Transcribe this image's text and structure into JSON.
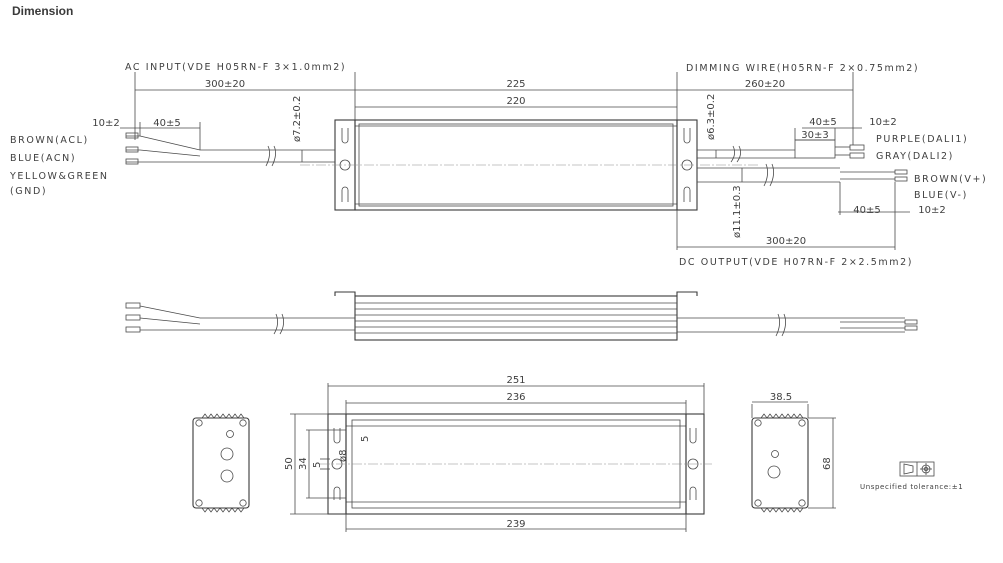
{
  "title": "Dimension",
  "labels": {
    "ac_input": "AC INPUT(VDE H05RN-F 3×1.0mm2)",
    "dimming_wire": "DIMMING WIRE(H05RN-F 2×0.75mm2)",
    "dc_output": "DC OUTPUT(VDE H07RN-F 2×2.5mm2)",
    "brown_acl": "BROWN(ACL)",
    "blue_acn": "BLUE(ACN)",
    "yellow_green": "YELLOW&GREEN",
    "gnd": "(GND)",
    "purple_dali1": "PURPLE(DALI1)",
    "gray_dali2": "GRAY(DALI2)",
    "brown_vplus": "BROWN(V+)",
    "blue_vminus": "BLUE(V-)",
    "tolerance": "Unspecified tolerance:±1"
  },
  "dims": {
    "d300_ac": "300±20",
    "d225": "225",
    "d220": "220",
    "d260": "260±20",
    "d10_left": "10±2",
    "d40_left": "40±5",
    "d7_2": "ø7.2±0.2",
    "d6_3": "ø6.3±0.2",
    "d11_1": "ø11.1±0.3",
    "d40_purple": "40±5",
    "d10_purple": "10±2",
    "d30": "30±3",
    "d40_out": "40±5",
    "d10_out": "10±2",
    "d300_out": "300±20",
    "d251": "251",
    "d236": "236",
    "d239": "239",
    "d50": "50",
    "d34": "34",
    "d5a": "5",
    "d5b": "5",
    "d8": "ø8",
    "d38_5": "38.5",
    "d68": "68"
  }
}
